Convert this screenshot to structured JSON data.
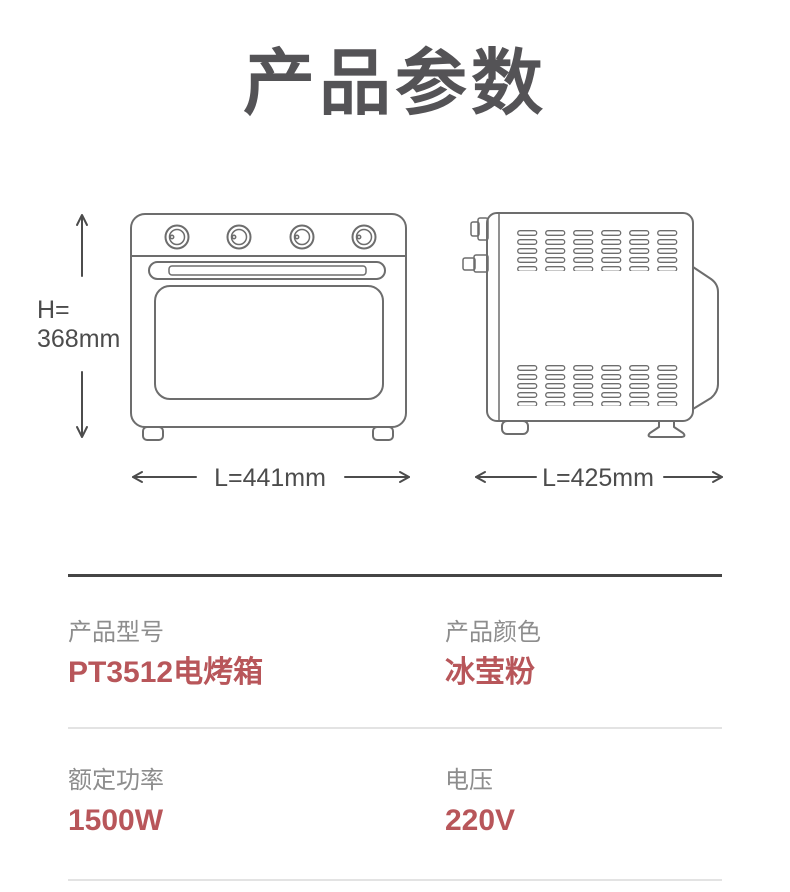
{
  "title": "产品参数",
  "colors": {
    "accent_red": "#b8565a",
    "label_gray": "#8d8d8d",
    "title_gray": "#545356",
    "drawing_line_gray": "#6d6d6d",
    "divider_dark": "#454545",
    "divider_light": "#e3e3e3",
    "background": "#ffffff"
  },
  "diagram": {
    "height_label": {
      "line1": "H=",
      "line2": "368mm"
    },
    "front_view": {
      "icon": "oven-front-view-drawing",
      "width_label": "L=441mm"
    },
    "side_view": {
      "icon": "oven-side-view-drawing",
      "width_label": "L=425mm"
    }
  },
  "specs": {
    "rows": [
      [
        {
          "label": "产品型号",
          "value": "PT3512电烤箱"
        },
        {
          "label": "产品颜色",
          "value": "冰莹粉"
        }
      ],
      [
        {
          "label": "额定功率",
          "value": "1500W"
        },
        {
          "label": "电压",
          "value": "220V"
        }
      ]
    ]
  }
}
